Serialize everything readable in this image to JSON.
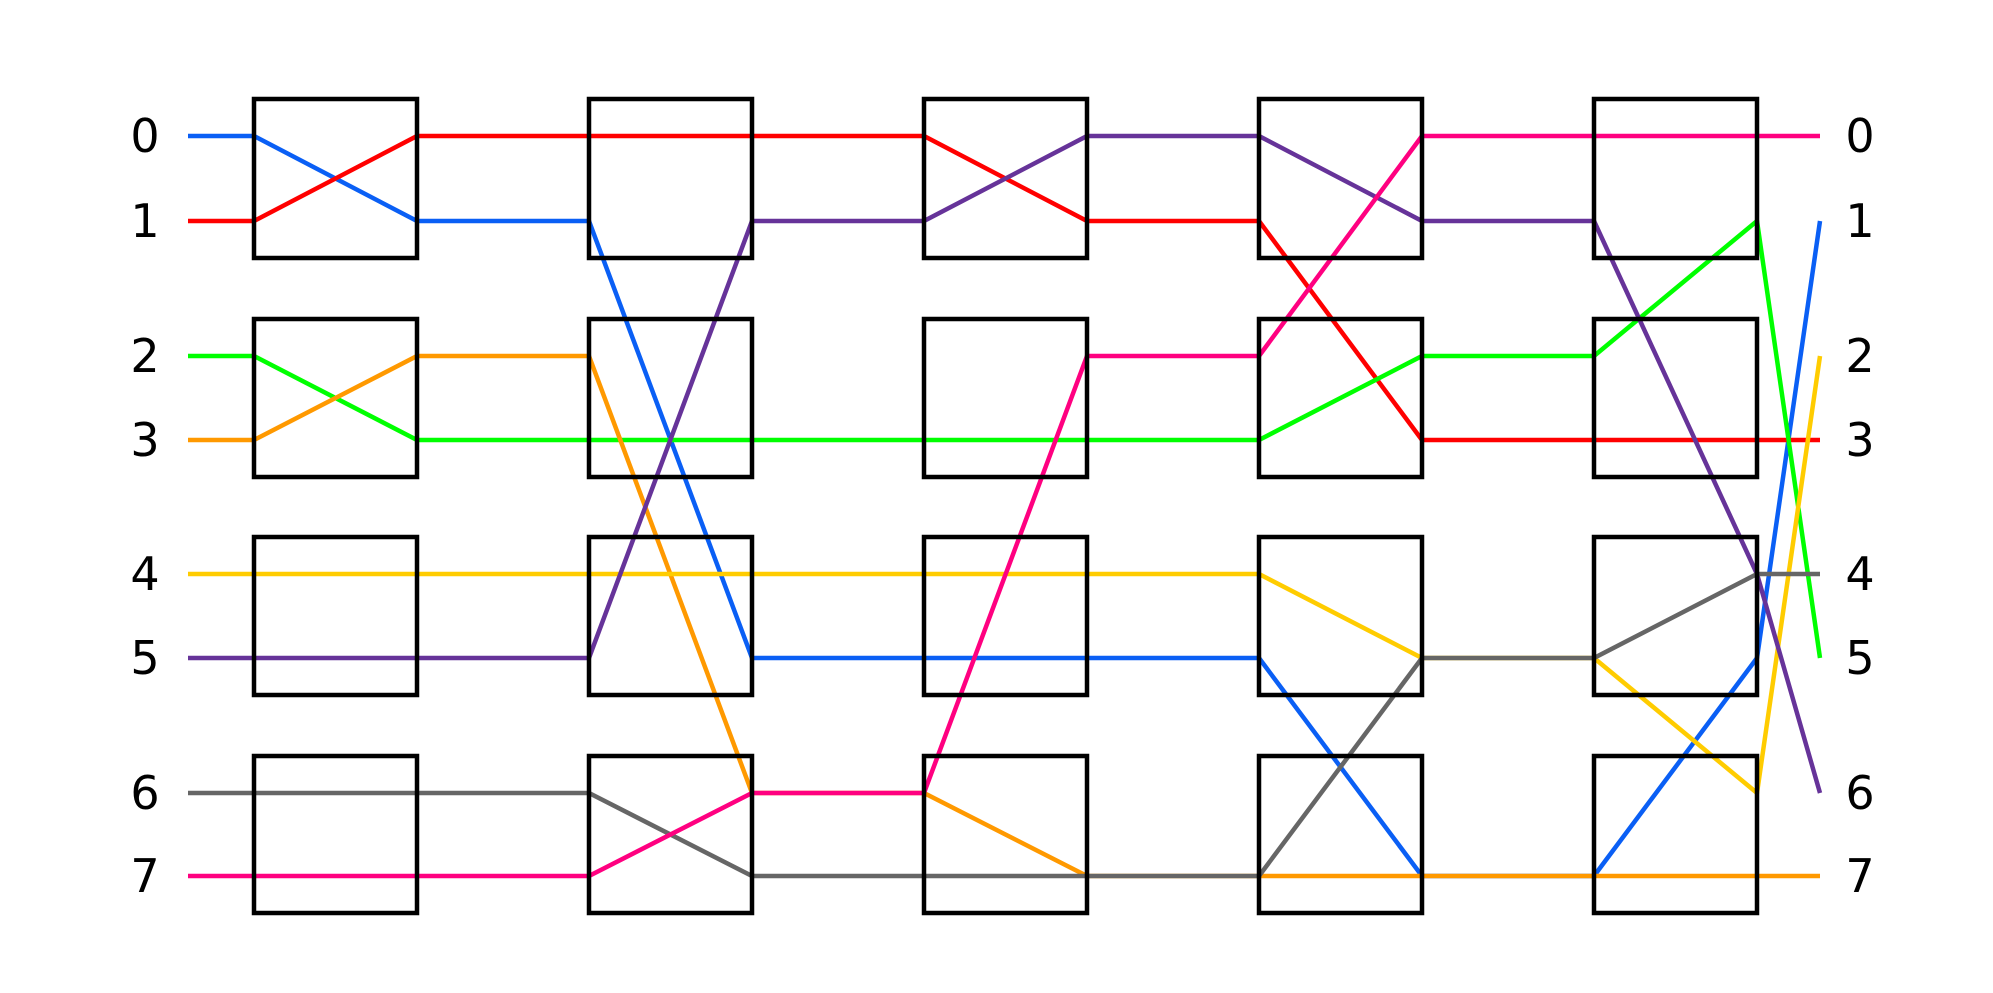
{
  "inputs": [
    "0",
    "1",
    "2",
    "3",
    "4",
    "5",
    "6",
    "7"
  ],
  "outputs": [
    "0",
    "1",
    "2",
    "3",
    "4",
    "5",
    "6",
    "7"
  ],
  "stages": 5,
  "switches_per_stage": 4,
  "signals": [
    {
      "color": "#0a5ff5",
      "name": "blue",
      "route": [
        0,
        1,
        5,
        5,
        7,
        5,
        1
      ]
    },
    {
      "color": "#ff0000",
      "name": "red",
      "route": [
        1,
        0,
        0,
        1,
        3,
        3,
        3
      ]
    },
    {
      "color": "#00ff00",
      "name": "green",
      "route": [
        2,
        3,
        3,
        3,
        2,
        1,
        5
      ]
    },
    {
      "color": "#ff9900",
      "name": "orange",
      "route": [
        3,
        2,
        6,
        7,
        7,
        7,
        7
      ]
    },
    {
      "color": "#ffcc00",
      "name": "yellow",
      "route": [
        4,
        4,
        4,
        4,
        5,
        6,
        2
      ]
    },
    {
      "color": "#663399",
      "name": "purple",
      "route": [
        5,
        5,
        1,
        0,
        1,
        4,
        6
      ]
    },
    {
      "color": "#666666",
      "name": "gray",
      "route": [
        6,
        6,
        7,
        7,
        5,
        4,
        4
      ]
    },
    {
      "color": "#ff0080",
      "name": "pink",
      "route": [
        7,
        7,
        6,
        2,
        0,
        0,
        0
      ]
    }
  ],
  "switch_crossings": [
    [
      true,
      true,
      false,
      true
    ],
    [
      true,
      false,
      true,
      true
    ],
    [
      true,
      true,
      true,
      true
    ],
    [
      false,
      false,
      false,
      false
    ],
    [
      false,
      true,
      true,
      false
    ]
  ]
}
